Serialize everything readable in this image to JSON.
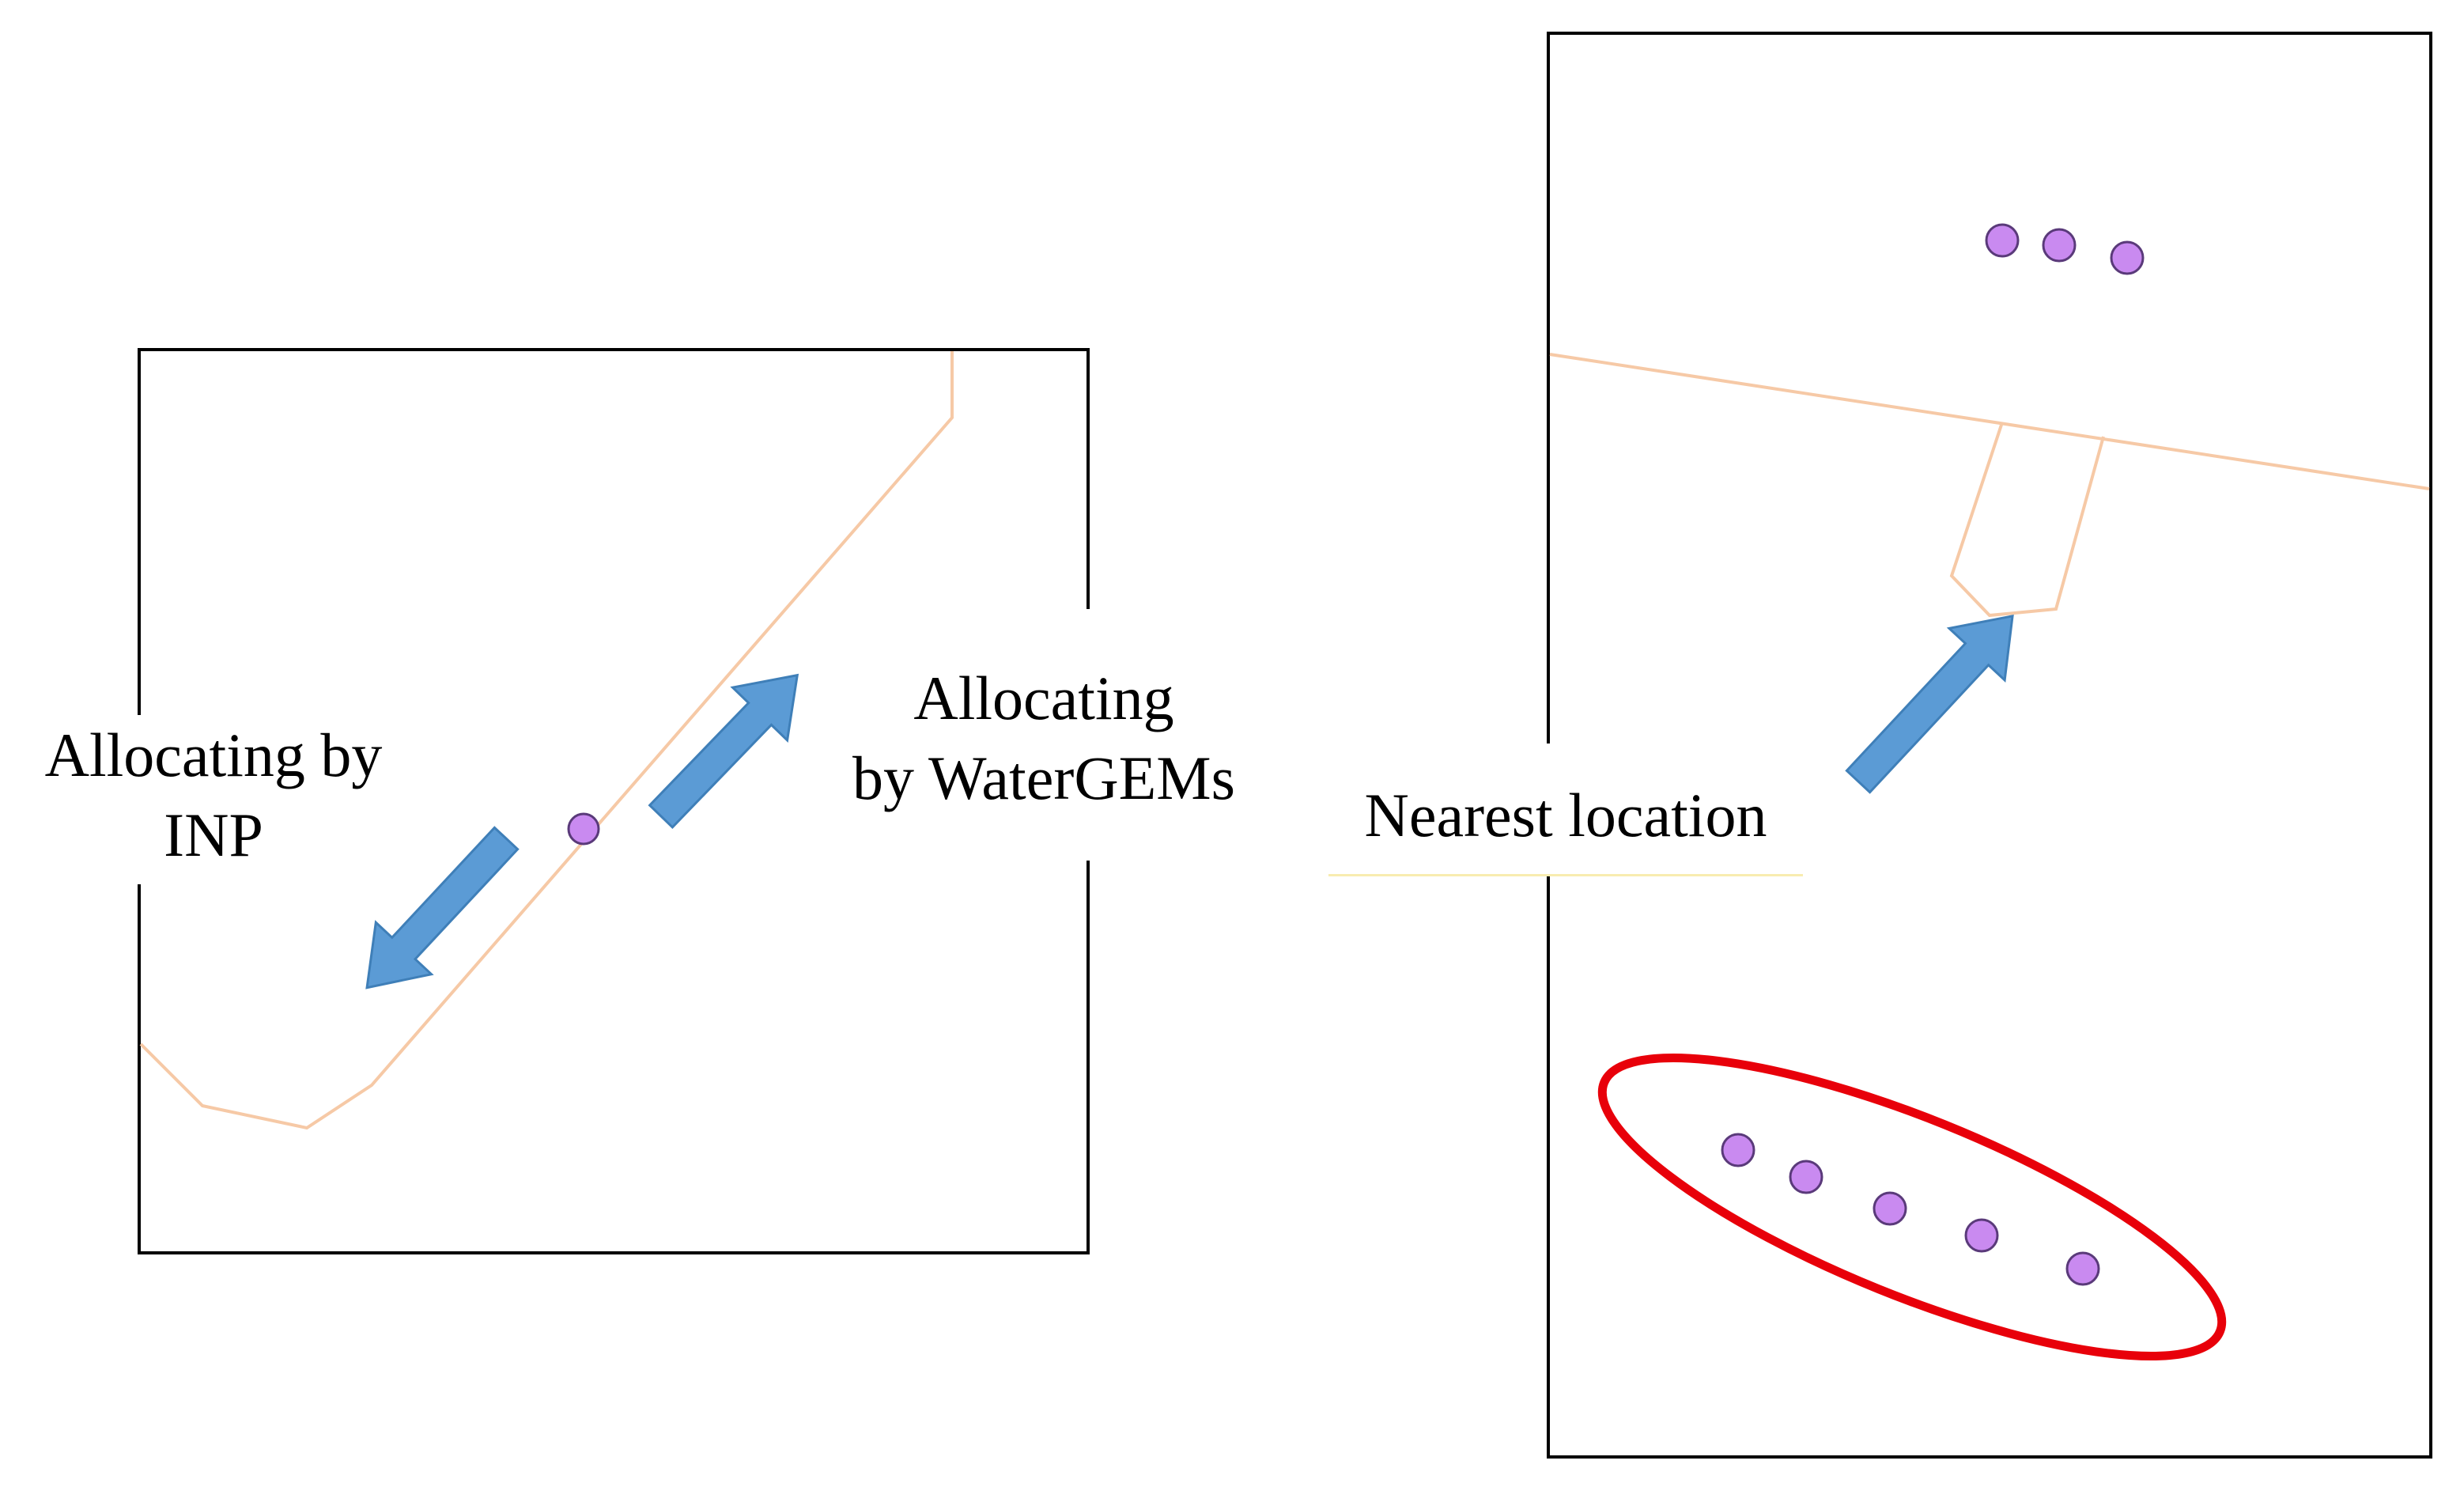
{
  "labels": {
    "inp_line1": "Allocating by",
    "inp_line2": "INP",
    "watergems_line1": "Allocating",
    "watergems_line2": "by WaterGEMs",
    "nearest": "Nearest location"
  },
  "colors": {
    "pipe": "#f6c9a6",
    "node_fill": "#c98af0",
    "node_stroke": "#5a3a7a",
    "arrow": "#5b9bd5",
    "arrow_edge": "#3f7fb8",
    "highlight": "#e8000a",
    "frame": "#000000",
    "underline": "#f8ecb0"
  },
  "icons": {
    "arrow": "arrow-icon",
    "node": "node-dot"
  }
}
